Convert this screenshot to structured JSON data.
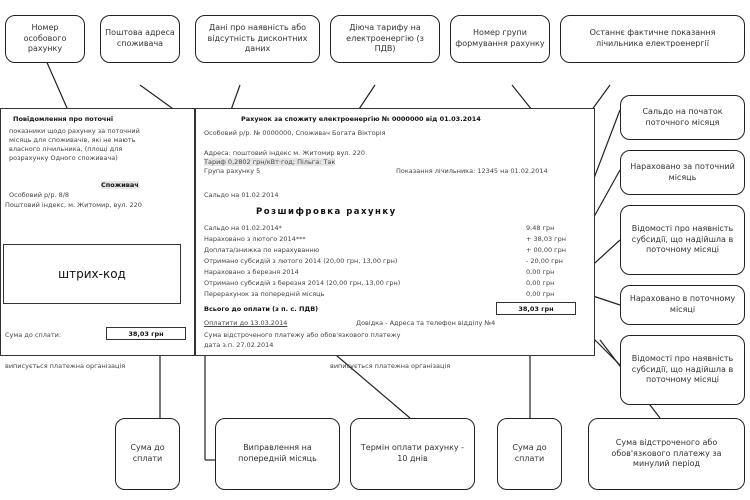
{
  "callouts_top": [
    "Номер особового рахунку",
    "Поштова адреса споживача",
    "Дані про наявність або відсутність дисконтних даних",
    "Діюча тарифу на електроенергію (з ПДВ)",
    "Номер групи формування рахунку",
    "Останнє фактичне показання лічильника електроенергії"
  ],
  "callouts_right": [
    "Сальдо на початок поточного місяця",
    "Нараховано за поточний місяць",
    "Відомості про наявність субсидії, що надійшла в поточному місяці",
    "Нараховано в поточному місяці",
    "Відомості про наявність субсидії, що надійшла в поточному місяці"
  ],
  "callouts_bottom": [
    "Сума до сплати",
    "Виправлення на попередній місяць",
    "Термін оплати рахунку - 10 днів",
    "Сума до сплати",
    "Сума відстроченого або обов'язкового платежу за минулий період"
  ],
  "left_doc": {
    "title": "Повідомлення про поточні",
    "lines": [
      "показники щодо рахунку за поточний",
      "місяць для споживачів, які не мають",
      "власного лічильника, (площі для",
      "розрахунку Одного споживача)"
    ],
    "highlight": "Споживач",
    "addr1": "Особовий р/р. 8/8",
    "addr2": "Поштовий індекс, м. Житомир, вул. 220",
    "barcode": "штрих-код",
    "sum_label": "Сума до сплати:",
    "sum_value": "38,03 грн",
    "footer": "виписується платежна організація"
  },
  "main_doc": {
    "header": "Рахунок за спожиту електроенергію № 0000000 від 01.03.2014",
    "lines": [
      "Особовий р/р. № 0000000, Споживач Богата Вікторія",
      "Адреса: поштовий індекс м. Житомир вул. 220",
      "Тариф 0,2802 грн/кВт·год; Пільга: Так",
      "Група рахунку 5",
      "Показання лічильника: 12345 на 01.02.2014",
      "Сальдо на 01.02.2014"
    ],
    "title": "Розшифровка рахунку",
    "rows": [
      {
        "label": "Сальдо на 01.02.2014*",
        "value": "9,48 грн"
      },
      {
        "label": "Нараховано з лютого 2014***",
        "value": "+ 38,03 грн"
      },
      {
        "label": "Доплата/знижка по нарахуванню",
        "value": "+ 00,00 грн"
      },
      {
        "label": "Отримано субсидій з лютого 2014 (20,00 грн, 13,00 грн)",
        "value": "- 20,00 грн"
      },
      {
        "label": "Нараховано з березня 2014",
        "value": "0,00 грн"
      },
      {
        "label": "Отримано субсидій з березня 2014 (20,00 грн, 13,00 грн)",
        "value": "0,00 грн"
      },
      {
        "label": "Перерахунок за попередній місяць",
        "value": "0,00 грн"
      }
    ],
    "total_label": "Всього до оплати (з п. с. ПДВ)",
    "total_value": "38,03 грн",
    "due": "Оплатити до 13.03.2014",
    "due_note": "Довідка - Адреса та телефон відділу №4",
    "footnote1": "Сума відстроченого платежу або обов'язкового платежу",
    "footnote2": "дата з.п. 27.02.2014",
    "footer": "виписується платежна організація"
  }
}
